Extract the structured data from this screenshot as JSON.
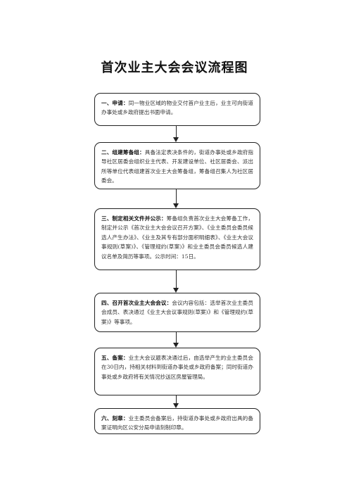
{
  "title": "首次业主大会会议流程图",
  "steps": [
    {
      "label": "一、申请：",
      "text": "同一物业区域的物业交付首户业主后，业主可向街道办事处或乡政府提出书面申请。"
    },
    {
      "label": "二、组建筹备组：",
      "text": "具备法定表决条件的，街道办事处或乡政府指导社区居委会组织业主代表、开发建设单位、社区居委会、派出所等单位代表组建首次业主大会筹备组，筹备组召集人为社区居委会。"
    },
    {
      "label": "三、制定相关文件并公示：",
      "text": "筹备组负责首次业主大会筹备工作，制定并公示《首次业主大会会议召开方案》、《业主委员会委员候选人产生办法》、《业主及其专有部分面积明细表》、《业主大会议事规则(草案)》、《管理规约(草案)》和业主委员会委员候选人建议名单及简历等事项。公示时间：15日。"
    },
    {
      "label": "四、召开首次业主大会会议：",
      "text": "会议内容包括：选举首次业主委员会成员、表决通过《业主大会议事规则(草案)》和《管理规约(草案)》等事项。"
    },
    {
      "label": "五、备案：",
      "text": "业主大会议题表决通过后，由选举产生的业主委员会在30日内，持相关材料到街道办事处或乡政府备案；同时街道办事处或乡政府将有关情况抄送区房屋管理局。"
    },
    {
      "label": "六、刻章：",
      "text": "业主委员会备案后，持街道办事处或乡政府出具的备案证明向区公安分局申请刻制印章。"
    }
  ]
}
